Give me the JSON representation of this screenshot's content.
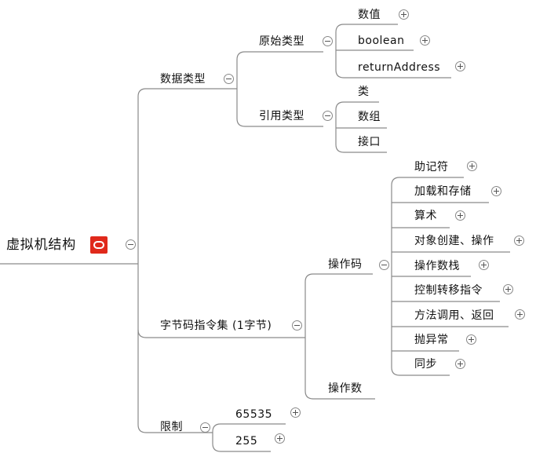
{
  "root": {
    "label": "虚拟机结构",
    "badge_icon": "oracle-logo-icon",
    "badge_color": "#e0291b"
  },
  "line_color": "#8a8a8a",
  "branches": {
    "data_types": {
      "label": "数据类型",
      "primitive": {
        "label": "原始类型",
        "items": [
          "数值",
          "boolean",
          "returnAddress"
        ]
      },
      "reference": {
        "label": "引用类型",
        "items": [
          "类",
          "数组",
          "接口"
        ]
      }
    },
    "instruction_set": {
      "label": "字节码指令集 (1字节)",
      "opcode": {
        "label": "操作码",
        "items": [
          "助记符",
          "加载和存储",
          "算术",
          "对象创建、操作",
          "操作数栈",
          "控制转移指令",
          "方法调用、返回",
          "抛异常",
          "同步"
        ]
      },
      "operand": {
        "label": "操作数"
      }
    },
    "limits": {
      "label": "限制",
      "items": [
        "65535",
        "255"
      ]
    }
  }
}
